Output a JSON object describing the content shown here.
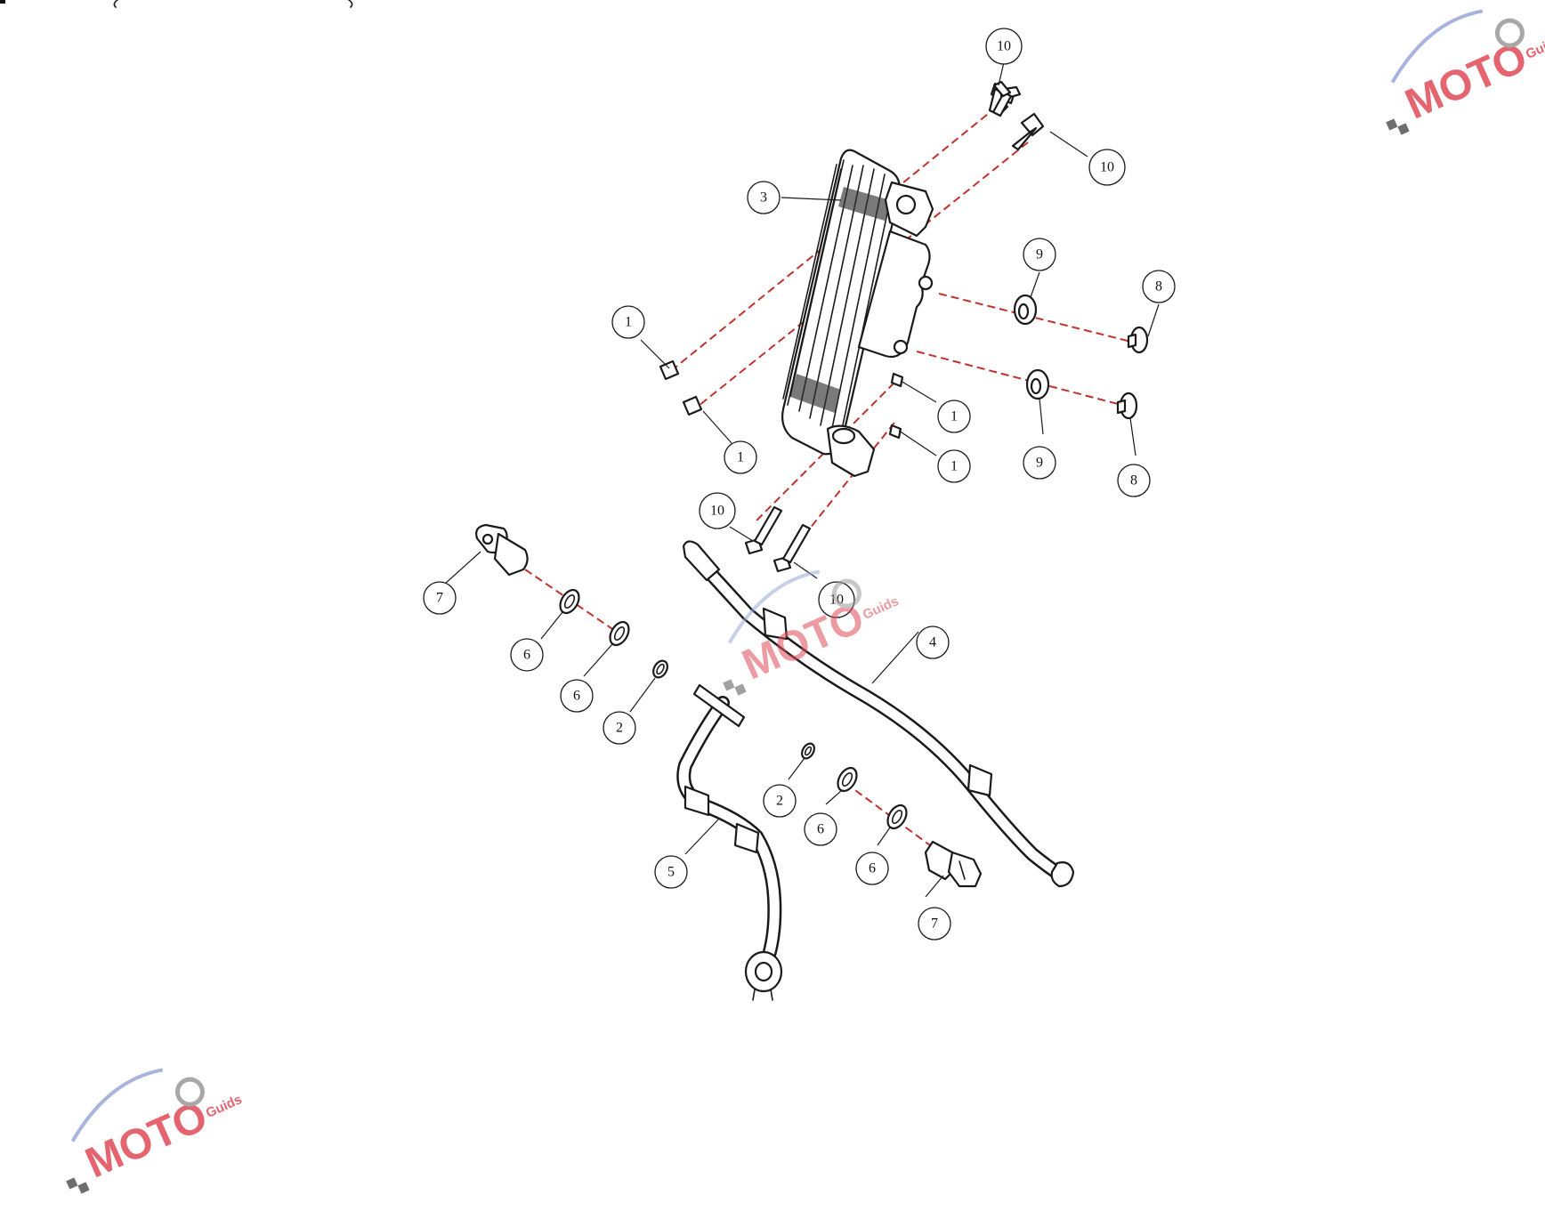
{
  "diagram": {
    "callouts": [
      "10",
      "10",
      "3",
      "9",
      "8",
      "1",
      "1",
      "1",
      "1",
      "9",
      "8",
      "10",
      "10",
      "7",
      "6",
      "6",
      "2",
      "4",
      "2",
      "6",
      "6",
      "5",
      "7"
    ]
  },
  "watermark": {
    "text": "MOTO",
    "subtext": "Guids",
    "colors": {
      "primary": "#e04b57",
      "secondary": "#9aa8d8",
      "gear": "#9a9a9a"
    }
  },
  "colors": {
    "line": "#1a1a1a",
    "dash": "#c0322b",
    "background": "#ffffff"
  }
}
